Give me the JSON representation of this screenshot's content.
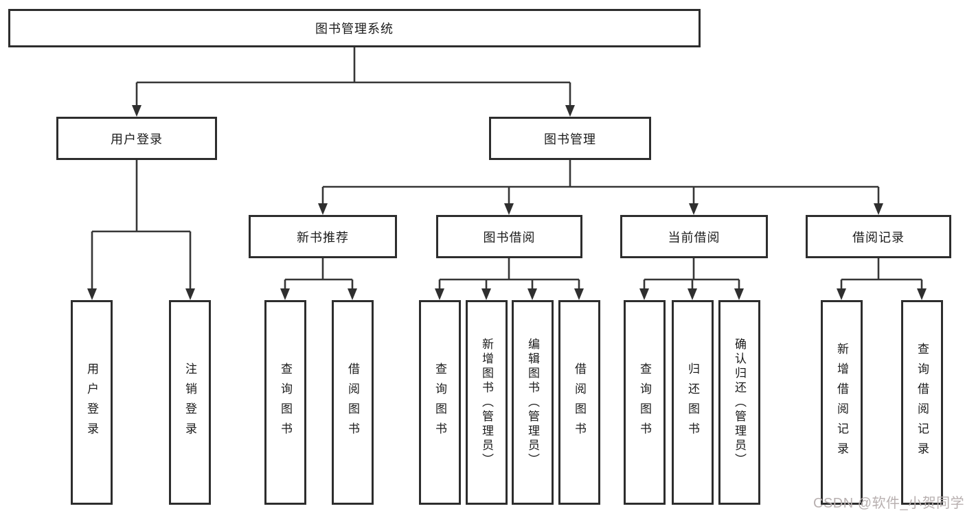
{
  "diagram": {
    "title": "图书管理系统",
    "watermark": "CSDN @软件_小贺同学",
    "colors": {
      "background": "#ffffff",
      "line": "#363636",
      "box_border": "#2d2d2d",
      "text": "#1b1b1b",
      "watermark": "#b8b0b0"
    },
    "root": {
      "label": "图书管理系统"
    },
    "level2": [
      {
        "label": "用户登录"
      },
      {
        "label": "图书管理"
      }
    ],
    "level3": [
      {
        "label": "新书推荐",
        "parent": "图书管理"
      },
      {
        "label": "图书借阅",
        "parent": "图书管理"
      },
      {
        "label": "当前借阅",
        "parent": "图书管理"
      },
      {
        "label": "借阅记录",
        "parent": "图书管理"
      }
    ],
    "leaves": [
      {
        "label": "用户登录",
        "parent": "用户登录"
      },
      {
        "label": "注销登录",
        "parent": "用户登录"
      },
      {
        "label": "查询图书",
        "parent": "新书推荐"
      },
      {
        "label": "借阅图书",
        "parent": "新书推荐"
      },
      {
        "label": "查询图书",
        "parent": "图书借阅"
      },
      {
        "label": "新增图书（管理员）",
        "parent": "图书借阅"
      },
      {
        "label": "编辑图书（管理员）",
        "parent": "图书借阅"
      },
      {
        "label": "借阅图书",
        "parent": "图书借阅"
      },
      {
        "label": "查询图书",
        "parent": "当前借阅"
      },
      {
        "label": "归还图书",
        "parent": "当前借阅"
      },
      {
        "label": "确认归还（管理员）",
        "parent": "当前借阅"
      },
      {
        "label": "新增借阅记录",
        "parent": "借阅记录"
      },
      {
        "label": "查询借阅记录",
        "parent": "借阅记录"
      }
    ]
  }
}
